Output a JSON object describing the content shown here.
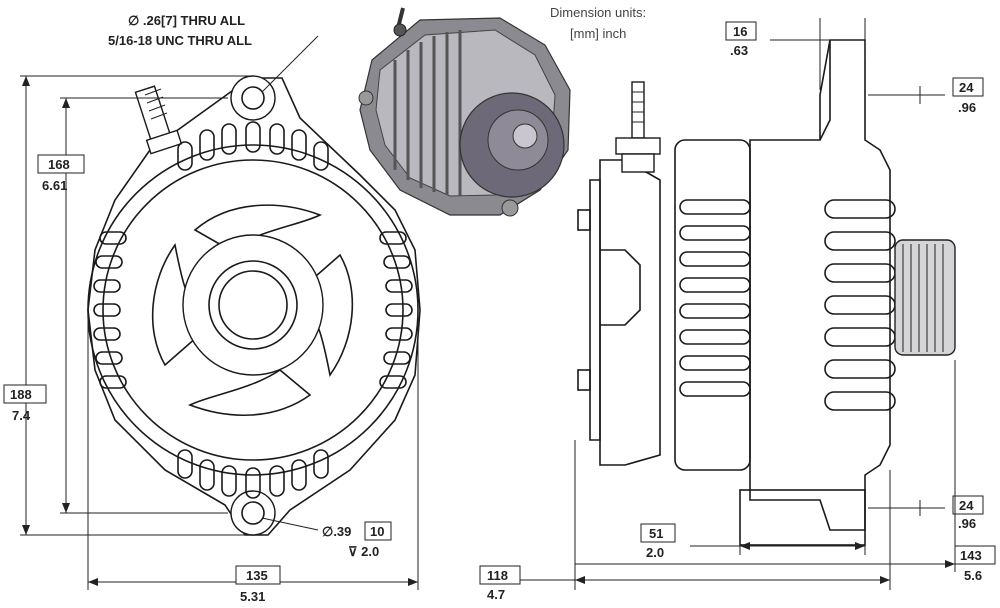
{
  "units": {
    "title": "Dimension units:",
    "line": "[mm]  inch"
  },
  "front_view": {
    "top_hole": {
      "line1": "∅ .26[7] THRU ALL",
      "line2": "5/16-18 UNC   THRU ALL"
    },
    "bottom_hole": {
      "diameter": "∅.39",
      "mm": "10",
      "depth": "⊽ 2.0"
    },
    "height_inner": {
      "mm": "168",
      "inch": "6.61"
    },
    "height_outer": {
      "mm": "188",
      "inch": "7.4"
    },
    "width": {
      "mm": "135",
      "inch": "5.31"
    }
  },
  "side_view": {
    "top_offset": {
      "mm": "16",
      "inch": ".63"
    },
    "top_right": {
      "mm": "24",
      "inch": ".96"
    },
    "bottom_right": {
      "mm": "24",
      "inch": ".96"
    },
    "foot_width": {
      "mm": "51",
      "inch": "2.0"
    },
    "depth_total": {
      "mm": "118",
      "inch": "4.7"
    },
    "depth_overall": {
      "mm": "143",
      "inch": "5.6"
    }
  },
  "colors": {
    "line": "#1a1a1a",
    "body_shade": "#8a8a90",
    "pulley": "#6e6978"
  }
}
